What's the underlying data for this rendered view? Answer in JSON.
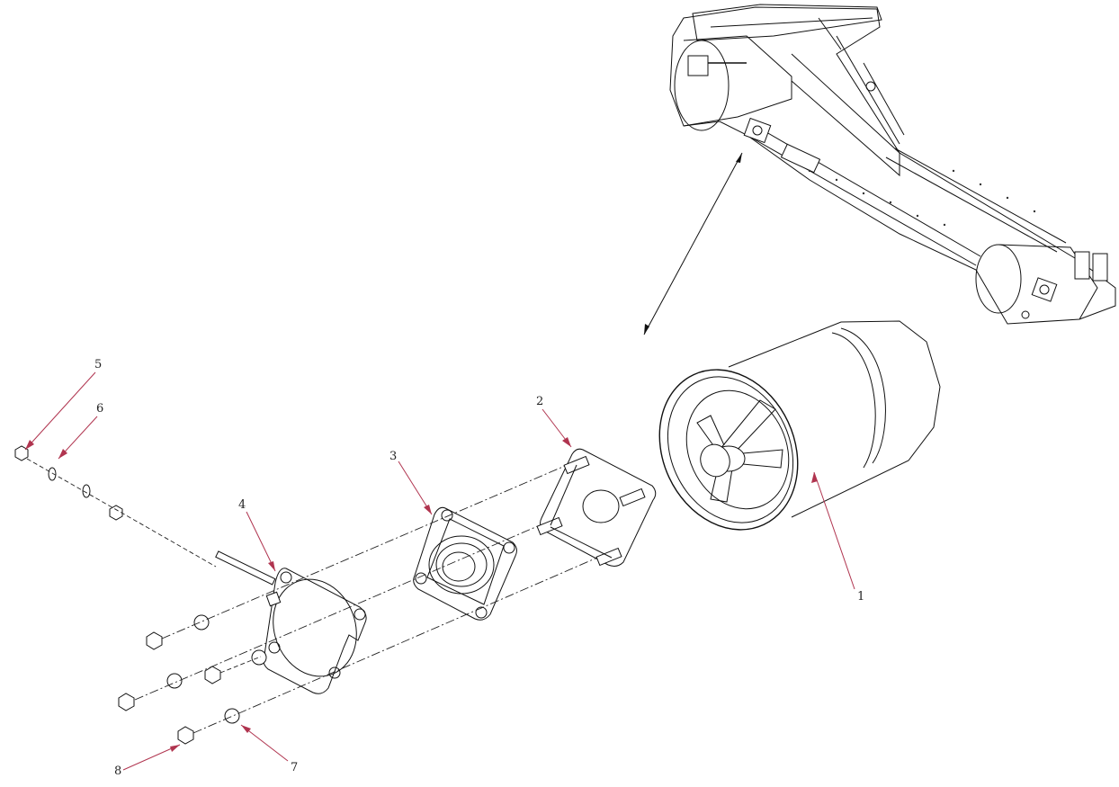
{
  "callouts": [
    {
      "id": "1",
      "label": "1"
    },
    {
      "id": "2",
      "label": "2"
    },
    {
      "id": "3",
      "label": "3"
    },
    {
      "id": "4",
      "label": "4"
    },
    {
      "id": "5",
      "label": "5"
    },
    {
      "id": "6",
      "label": "6"
    },
    {
      "id": "7",
      "label": "7"
    },
    {
      "id": "8",
      "label": "8"
    }
  ],
  "colors": {
    "leader": "#b0344f",
    "ink": "#111111",
    "background": "#ffffff"
  }
}
